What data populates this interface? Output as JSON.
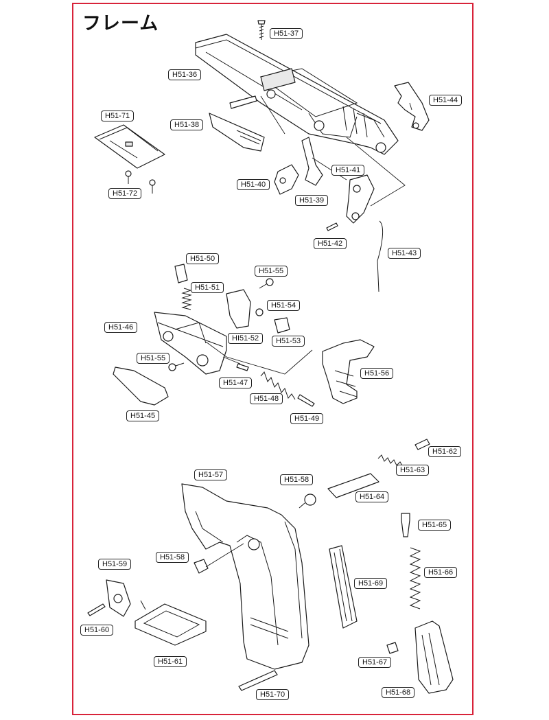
{
  "title": "フレーム",
  "colors": {
    "border": "#d8233a",
    "ink": "#1a1a1a"
  },
  "labels": [
    {
      "id": "h51-37",
      "text": "H51-37"
    },
    {
      "id": "h51-36",
      "text": "H51-36"
    },
    {
      "id": "h51-44",
      "text": "H51-44"
    },
    {
      "id": "h51-71",
      "text": "H51-71"
    },
    {
      "id": "h51-38",
      "text": "H51-38"
    },
    {
      "id": "h51-41",
      "text": "H51-41"
    },
    {
      "id": "h51-40",
      "text": "H51-40"
    },
    {
      "id": "h51-72",
      "text": "H51-72"
    },
    {
      "id": "h51-39",
      "text": "H51-39"
    },
    {
      "id": "h51-42",
      "text": "H51-42"
    },
    {
      "id": "h51-43",
      "text": "H51-43"
    },
    {
      "id": "h51-50",
      "text": "H51-50"
    },
    {
      "id": "h51-55a",
      "text": "H51-55"
    },
    {
      "id": "h51-51",
      "text": "H51-51"
    },
    {
      "id": "h51-54",
      "text": "H51-54"
    },
    {
      "id": "h51-46",
      "text": "H51-46"
    },
    {
      "id": "h51-52",
      "text": "HI51-52"
    },
    {
      "id": "h51-53",
      "text": "H51-53"
    },
    {
      "id": "h51-55b",
      "text": "H51-55"
    },
    {
      "id": "h51-56",
      "text": "H51-56"
    },
    {
      "id": "h51-47",
      "text": "H51-47"
    },
    {
      "id": "h51-48",
      "text": "H51-48"
    },
    {
      "id": "h51-45",
      "text": "H51-45"
    },
    {
      "id": "h51-49",
      "text": "H51-49"
    },
    {
      "id": "h51-62",
      "text": "H51-62"
    },
    {
      "id": "h51-63",
      "text": "H51-63"
    },
    {
      "id": "h51-57",
      "text": "H51-57"
    },
    {
      "id": "h51-58a",
      "text": "H51-58"
    },
    {
      "id": "h51-64",
      "text": "H51-64"
    },
    {
      "id": "h51-65",
      "text": "H51-65"
    },
    {
      "id": "h51-58b",
      "text": "H51-58"
    },
    {
      "id": "h51-59",
      "text": "H51-59"
    },
    {
      "id": "h51-66",
      "text": "H51-66"
    },
    {
      "id": "h51-69",
      "text": "H51-69"
    },
    {
      "id": "h51-60",
      "text": "H51-60"
    },
    {
      "id": "h51-67",
      "text": "H51-67"
    },
    {
      "id": "h51-61",
      "text": "H51-61"
    },
    {
      "id": "h51-68",
      "text": "H51-68"
    },
    {
      "id": "h51-70",
      "text": "H51-70"
    }
  ]
}
